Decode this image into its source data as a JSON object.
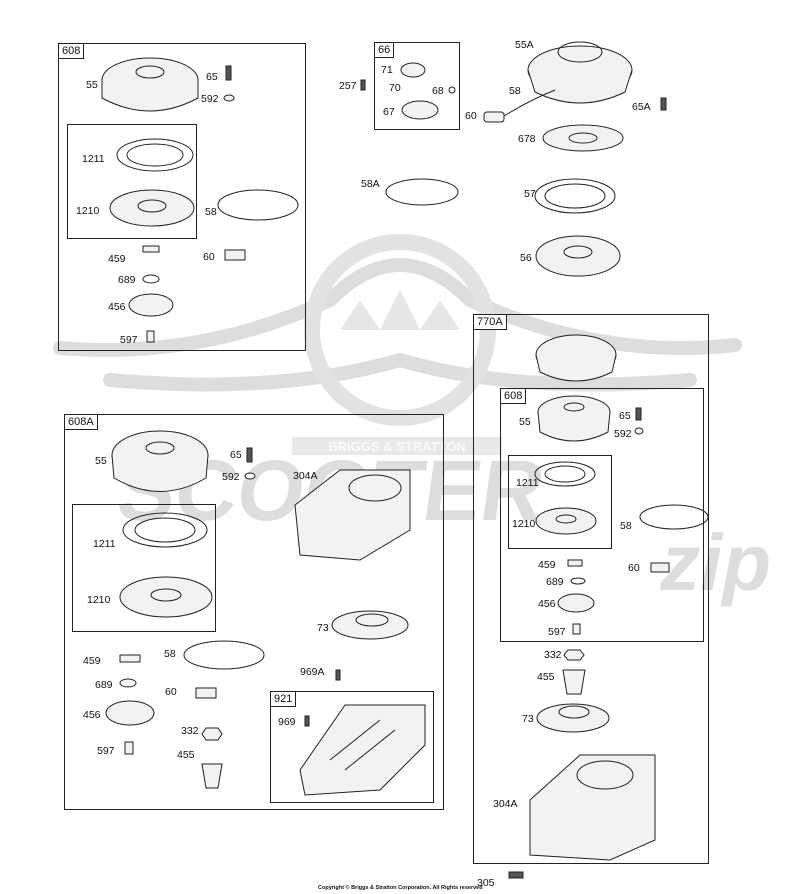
{
  "groups": {
    "g608_top": "608",
    "g66": "66",
    "g608A": "608A",
    "g921": "921",
    "g770A": "770A",
    "g608_right": "608"
  },
  "labels": {
    "l55_a": "55",
    "l65_a": "65",
    "l592_a": "592",
    "l1211_a": "1211",
    "l1210_a": "1210",
    "l58_a": "58",
    "l459_a": "459",
    "l60_a": "60",
    "l689_a": "689",
    "l456_a": "456",
    "l597_a": "597",
    "l257": "257",
    "l71": "71",
    "l70": "70",
    "l68": "68",
    "l67": "67",
    "l55A": "55A",
    "l58_b": "58",
    "l60_b": "60",
    "l65A": "65A",
    "l678": "678",
    "l58A": "58A",
    "l57": "57",
    "l56": "56",
    "l55_c": "55",
    "l65_c": "65",
    "l592_c": "592",
    "l304A_c": "304A",
    "l1211_c": "1211",
    "l1210_c": "1210",
    "l73_c": "73",
    "l459_c": "459",
    "l58_c": "58",
    "l969A": "969A",
    "l689_c": "689",
    "l60_c": "60",
    "l969": "969",
    "l456_c": "456",
    "l332_c": "332",
    "l597_c": "597",
    "l455_c": "455",
    "l55_d": "55",
    "l65_d": "65",
    "l592_d": "592",
    "l1211_d": "1211",
    "l1210_d": "1210",
    "l58_d": "58",
    "l459_d": "459",
    "l60_d": "60",
    "l689_d": "689",
    "l456_d": "456",
    "l597_d": "597",
    "l332_d": "332",
    "l455_d": "455",
    "l73_d": "73",
    "l304A_d": "304A",
    "l305": "305"
  },
  "watermark": {
    "brand": "BRIGGS & STRATTON",
    "logo_text": "SCOOTER",
    "logo_suffix": "zip"
  },
  "copyright": "Copyright © Briggs & Stratton Corporation. All Rights reserved",
  "colors": {
    "ink": "#222222",
    "watermark": "#dddddd",
    "part_fill": "#f2f2f2"
  }
}
